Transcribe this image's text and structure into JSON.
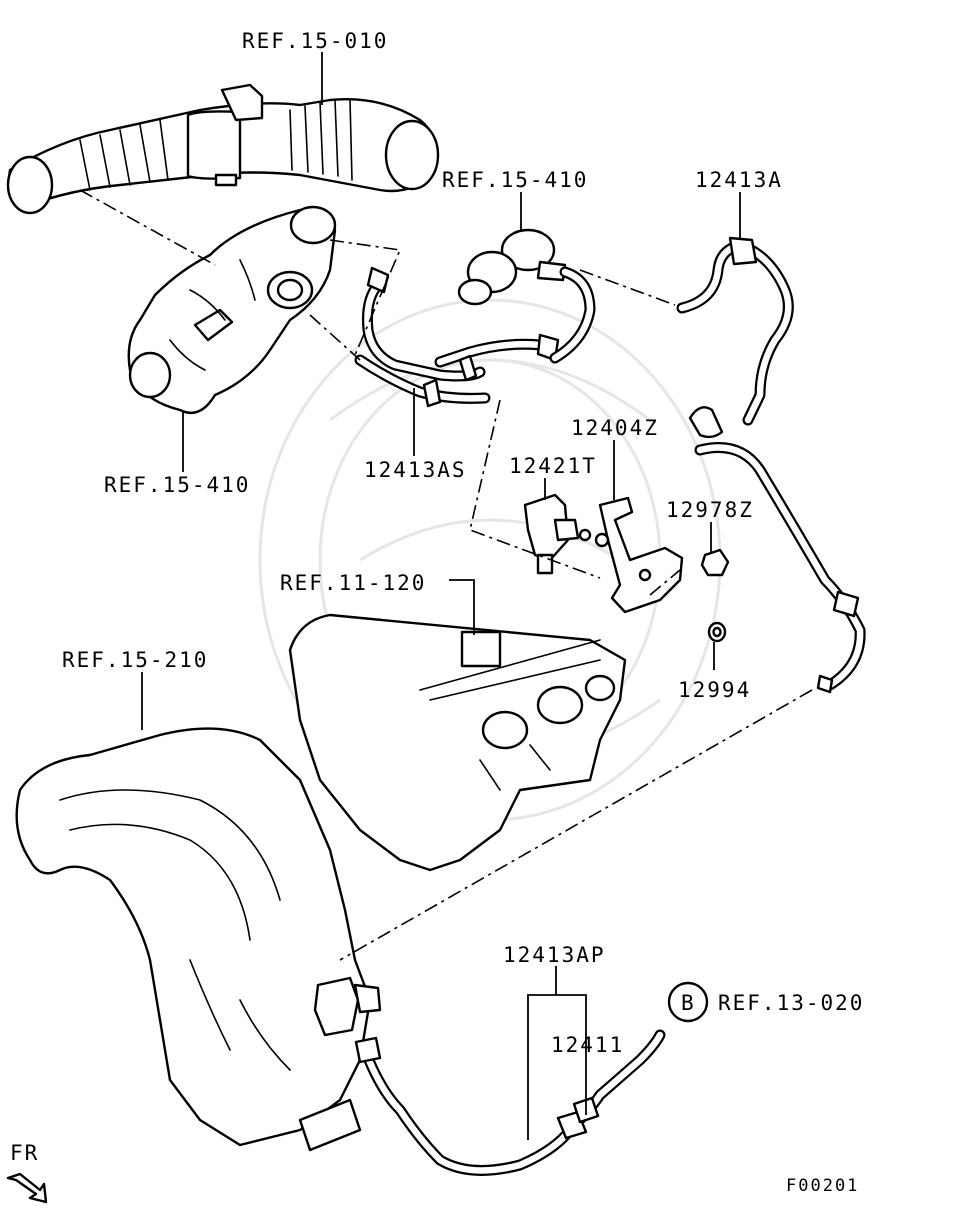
{
  "labels": {
    "ref_15_010": "REF.15-010",
    "ref_15_410_top": "REF.15-410",
    "ref_15_410_left": "REF.15-410",
    "part_12413A": "12413A",
    "part_12413AS": "12413AS",
    "part_12404Z": "12404Z",
    "part_12421T": "12421T",
    "part_12978Z": "12978Z",
    "ref_11_120": "REF.11-120",
    "part_12994": "12994",
    "ref_15_210": "REF.15-210",
    "part_12413AP": "12413AP",
    "part_12411": "12411",
    "connector_b": "B",
    "ref_13_020": "REF.13-020",
    "direction_fr": "FR",
    "figure_code": "F00201"
  }
}
